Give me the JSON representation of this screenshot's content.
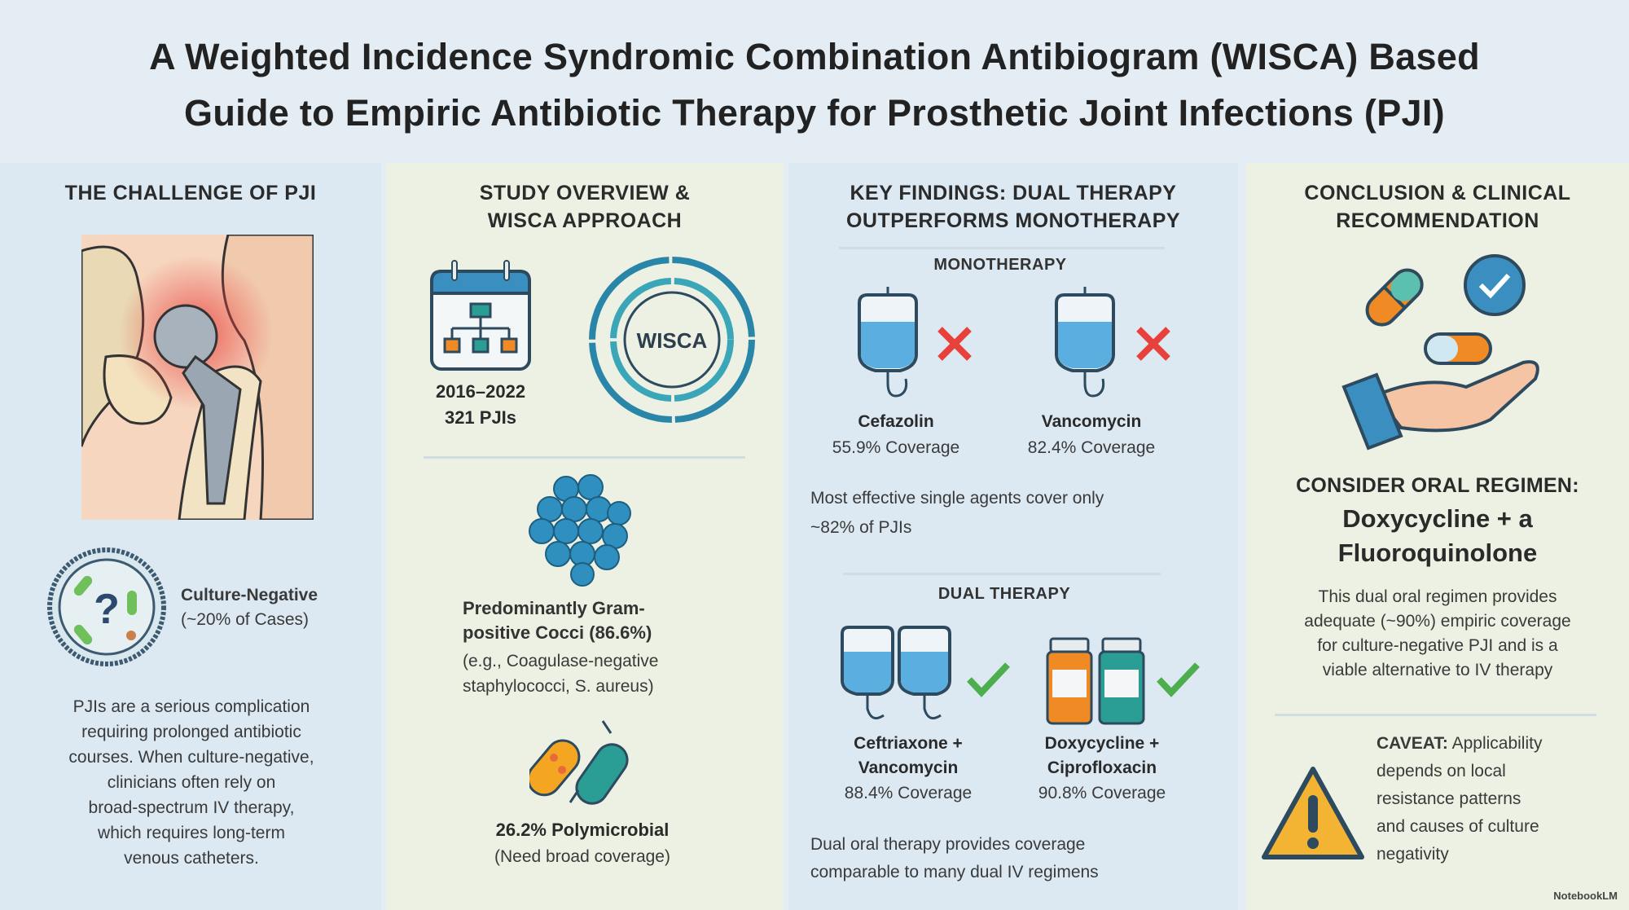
{
  "title": {
    "line1": "A Weighted Incidence Syndromic Combination Antibiogram (WISCA) Based",
    "line2": "Guide to Empiric Antibiotic Therapy for Prosthetic Joint Infections (PJI)"
  },
  "challenge": {
    "heading": "THE CHALLENGE OF PJI",
    "culture_label": "Culture-Negative",
    "culture_sub": "(~20% of Cases)",
    "paragraph": [
      "PJIs are a serious complication",
      "requiring prolonged antibiotic",
      "courses. When culture-negative,",
      "clinicians often rely on",
      "broad-spectrum IV therapy,",
      "which requires long-term",
      "venous catheters."
    ]
  },
  "study": {
    "heading": [
      "STUDY OVERVIEW &",
      "WISCA APPROACH"
    ],
    "years": "2016–2022",
    "count": "321 PJIs",
    "ring_label": "WISCA",
    "cocci_title": [
      "Predominantly Gram-",
      "positive Cocci (86.6%)"
    ],
    "cocci_sub": [
      "(e.g., Coagulase-negative",
      "staphylococci, S. aureus)"
    ],
    "poly_title": "26.2% Polymicrobial",
    "poly_sub": "(Need broad coverage)"
  },
  "findings": {
    "heading": [
      "KEY FINDINGS: DUAL THERAPY",
      "OUTPERFORMS MONOTHERAPY"
    ],
    "mono_label": "MONOTHERAPY",
    "mono": [
      {
        "name": "Cefazolin",
        "coverage": "55.9% Coverage"
      },
      {
        "name": "Vancomycin",
        "coverage": "82.4% Coverage"
      }
    ],
    "mono_note": [
      "Most effective single agents cover only",
      "~82% of PJIs"
    ],
    "dual_label": "DUAL THERAPY",
    "dual": [
      {
        "name1": "Ceftriaxone +",
        "name2": "Vancomycin",
        "coverage": "88.4% Coverage"
      },
      {
        "name1": "Doxycycline +",
        "name2": "Ciprofloxacin",
        "coverage": "90.8% Coverage"
      }
    ],
    "dual_note": [
      "Dual oral therapy provides coverage",
      "comparable to many dual IV regimens"
    ]
  },
  "conclusion": {
    "heading": [
      "CONCLUSION & CLINICAL",
      "RECOMMENDATION"
    ],
    "consider": "CONSIDER ORAL REGIMEN:",
    "regimen": [
      "Doxycycline + a",
      "Fluoroquinolone"
    ],
    "paragraph": [
      "This dual oral regimen provides",
      "adequate (~90%) empiric coverage",
      "for culture-negative PJI and is a",
      "viable alternative to IV therapy"
    ],
    "caveat_label": "CAVEAT:",
    "caveat_text": [
      "Applicability",
      "depends on local",
      "resistance patterns",
      "and causes of culture",
      "negativity"
    ]
  },
  "footer": "NotebookLM",
  "colors": {
    "blue": "#2f8fbf",
    "teal": "#2a9d95",
    "orange": "#f08a24",
    "red": "#e8403a",
    "green": "#4cae4c",
    "navy": "#2d4a5e"
  }
}
